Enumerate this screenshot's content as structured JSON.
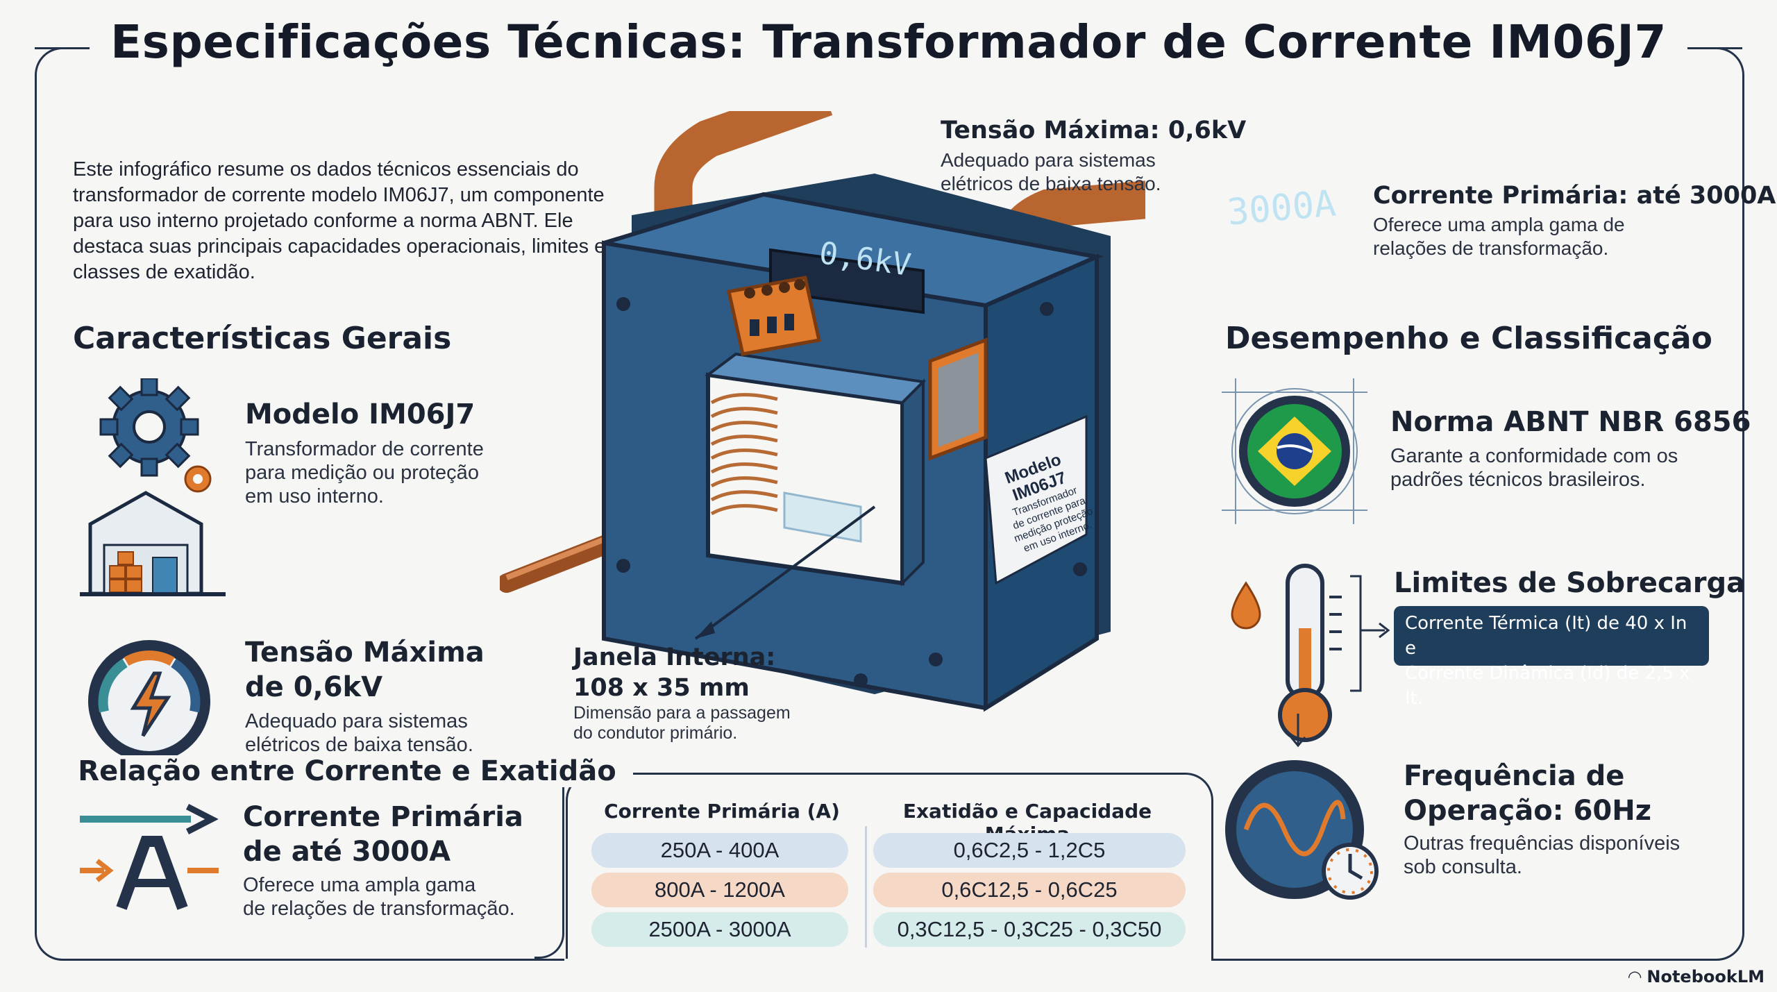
{
  "title": "Especificações Técnicas: Transformador de Corrente IM06J7",
  "intro": "Este infográfico resume os dados técnicos essenciais do transformador de corrente modelo IM06J7, um componente para uso interno projetado conforme a norma ABNT. Ele destaca suas principais capacidades operacionais, limites e classes de exatidão.",
  "left_section": {
    "title": "Características Gerais",
    "items": [
      {
        "icon": "gear-warehouse-icon",
        "title": "Modelo IM06J7",
        "desc": [
          "Transformador de corrente",
          "para medição ou proteção",
          "em uso interno."
        ]
      },
      {
        "icon": "voltage-gauge-icon",
        "title": [
          "Tensão Máxima",
          "de 0,6kV"
        ],
        "desc": [
          "Adequado para sistemas",
          "elétricos de baixa tensão."
        ]
      },
      {
        "icon": "current-arrow-icon",
        "title": [
          "Corrente Primária",
          "de até 3000A"
        ],
        "desc": [
          "Oferece uma ampla gama",
          "de relações de transformação."
        ]
      }
    ]
  },
  "center": {
    "voltage_callout": {
      "title": "Tensão Máxima: 0,6kV",
      "desc": [
        "Adequado para sistemas",
        "elétricos de baixa tensão."
      ]
    },
    "current_callout": {
      "title": "Corrente Primária: até 3000A",
      "desc": [
        "Oferece uma ampla gama de",
        "relações de transformação."
      ]
    },
    "window_callout": {
      "title": [
        "Janela Interna:",
        "108 x 35 mm"
      ],
      "desc": [
        "Dimensão para a passagem",
        "do condutor primário."
      ]
    },
    "display_voltage": "0,6kV",
    "display_current": "3000A",
    "label_plate": [
      "Modelo",
      "IM06J7",
      "Transformador",
      "de corrente para",
      "medição proteção",
      "em uso interno."
    ]
  },
  "table": {
    "title": "Relação entre Corrente e Exatidão",
    "headers": [
      "Corrente Primária (A)",
      "Exatidão e Capacidade Máxima"
    ],
    "rows": [
      {
        "current": "250A - 400A",
        "accuracy": "0,6C2,5 - 1,2C5",
        "color": "#d7e2ef"
      },
      {
        "current": "800A - 1200A",
        "accuracy": "0,6C12,5 - 0,6C25",
        "color": "#f6d8c6"
      },
      {
        "current": "2500A - 3000A",
        "accuracy": "0,3C12,5 - 0,3C25 - 0,3C50",
        "color": "#d5ecea"
      }
    ]
  },
  "right_section": {
    "title": "Desempenho e Classificação",
    "items": [
      {
        "icon": "brazil-flag-icon",
        "title": "Norma ABNT NBR 6856",
        "desc": [
          "Garante a conformidade com os",
          "padrões técnicos brasileiros."
        ]
      },
      {
        "icon": "thermometer-icon",
        "title": "Limites de Sobrecarga",
        "desc": [
          "Corrente Térmica (It) de 40 x In e",
          "Corrente Dinâmica (Id) de 2,5 x It."
        ]
      },
      {
        "icon": "frequency-clock-icon",
        "title": [
          "Frequência de",
          "Operação: 60Hz"
        ],
        "desc": [
          "Outras frequências disponíveis",
          "sob consulta."
        ]
      }
    ]
  },
  "brand": "NotebookLM",
  "colors": {
    "navy": "#24324a",
    "blue": "#2f5f8a",
    "orange": "#e07b2e",
    "copper": "#c8743e",
    "teal": "#3a8e95"
  }
}
